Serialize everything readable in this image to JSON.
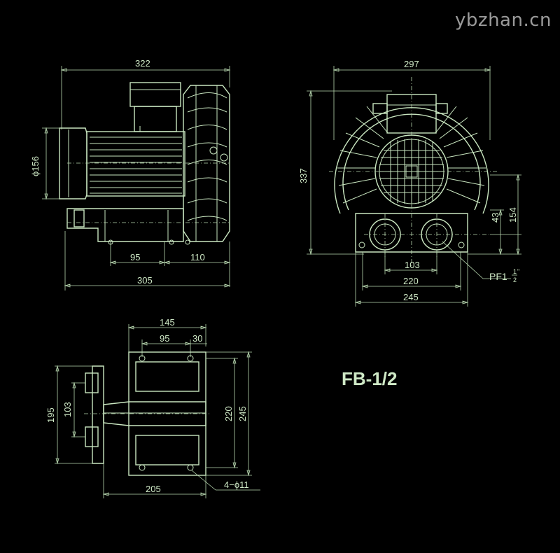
{
  "watermark": "ybzhan.cn",
  "model": "FB-1/2",
  "side_view": {
    "d_total": "322",
    "d_dia": "ϕ156",
    "d_95": "95",
    "d_110": "110",
    "d_305": "305"
  },
  "front_view": {
    "d_297": "297",
    "d_337": "337",
    "d_43": "43",
    "d_154": "154",
    "d_103": "103",
    "d_220": "220",
    "d_245": "245",
    "port_main": "PF1",
    "port_frac_top": "1",
    "port_frac_bot": "2",
    "port_quote": "\""
  },
  "base_view": {
    "d_145": "145",
    "d_95": "95",
    "d_30": "30",
    "d_195": "195",
    "d_103": "103",
    "d_220": "220",
    "d_245": "245",
    "d_205": "205",
    "holes": "4−ϕ11"
  }
}
